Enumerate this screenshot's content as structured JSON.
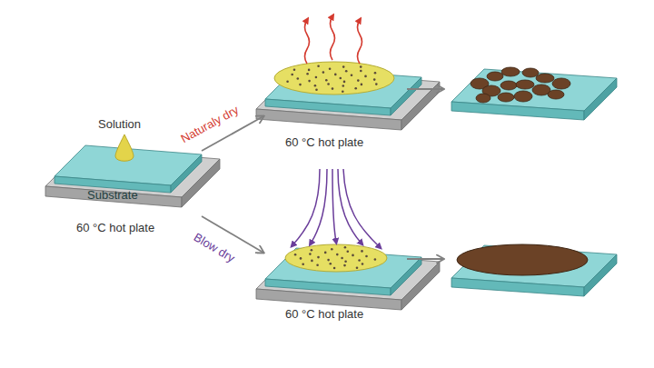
{
  "diagram": {
    "labels": [
      "Solution",
      "Substrate",
      "60 °C hot plate",
      "Naturaly dry",
      "60 °C hot plate",
      "Blow dry",
      "60 °C hot plate"
    ]
  }
}
